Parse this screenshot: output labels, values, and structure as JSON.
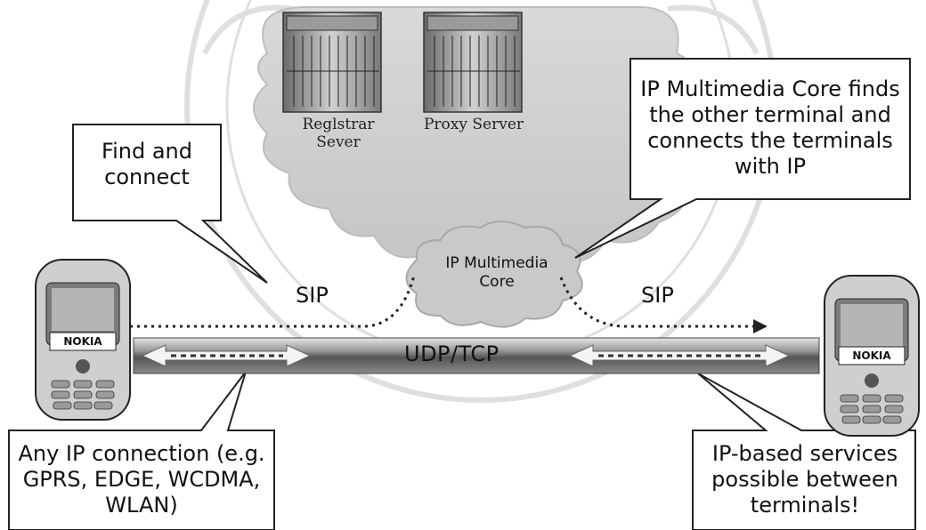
{
  "nodes": {
    "registrar_server": "Reglstrar Sever",
    "proxy_server": "Proxy Server",
    "ims_core": "IP Multimedia Core",
    "left_phone_brand": "NOKIA",
    "right_phone_brand": "NOKIA"
  },
  "links": {
    "sip_left": "SIP",
    "sip_right": "SIP",
    "transport": "UDP/TCP"
  },
  "callouts": {
    "find_connect": "Find and connect",
    "ims_finds": "IP Multimedia Core finds the other terminal and connects the terminals with IP",
    "any_ip": "Any IP connection (e.g. GPRS, EDGE, WCDMA, WLAN)",
    "ip_services": "IP-based services possible between terminals!"
  }
}
